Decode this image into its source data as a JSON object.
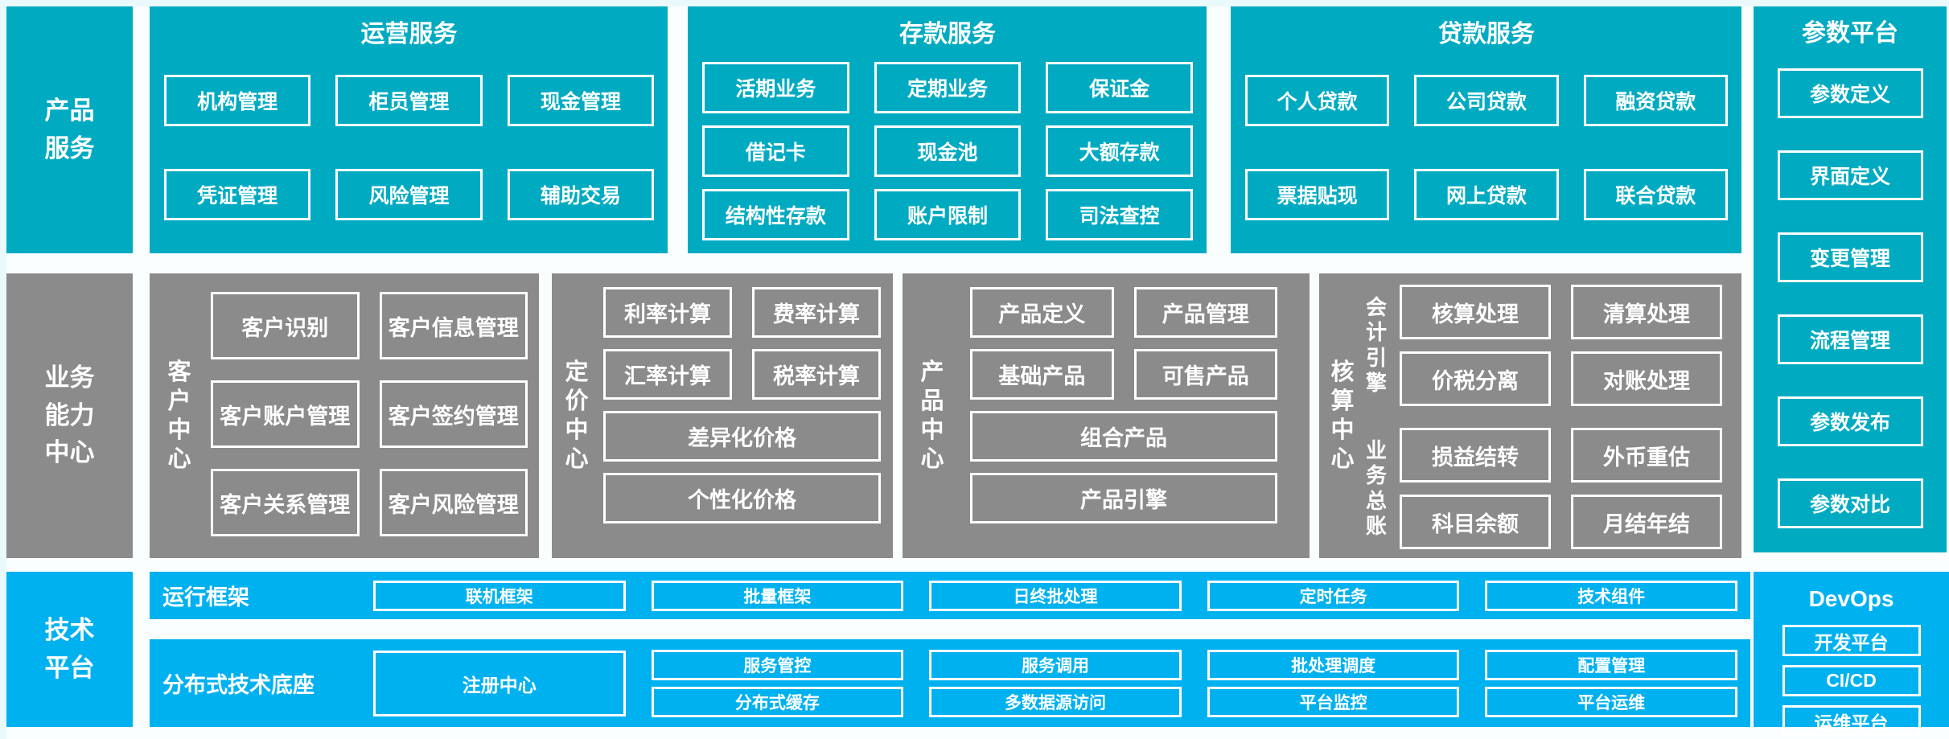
{
  "colors": {
    "teal": "#00abc2",
    "gray": "#8b8b8b",
    "blue": "#00b1f0",
    "text": "#ffffff",
    "page_background": "#fbfeff"
  },
  "product_band": {
    "label": "产品\n服务"
  },
  "ops": {
    "title": "运营服务",
    "items": [
      "机构管理",
      "柜员管理",
      "现金管理",
      "凭证管理",
      "风险管理",
      "辅助交易"
    ]
  },
  "deposit": {
    "title": "存款服务",
    "items": [
      "活期业务",
      "定期业务",
      "保证金",
      "借记卡",
      "现金池",
      "大额存款",
      "结构性存款",
      "账户限制",
      "司法查控"
    ]
  },
  "loan": {
    "title": "贷款服务",
    "items": [
      "个人贷款",
      "公司贷款",
      "融资贷款",
      "票据贴现",
      "网上贷款",
      "联合贷款"
    ]
  },
  "param": {
    "title": "参数平台",
    "items": [
      "参数定义",
      "界面定义",
      "变更管理",
      "流程管理",
      "参数发布",
      "参数对比"
    ]
  },
  "capability_band": {
    "label": "业务\n能力\n中心"
  },
  "customer": {
    "label": "客\n户\n中\n心",
    "items": [
      "客户识别",
      "客户信息管理",
      "客户账户管理",
      "客户签约管理",
      "客户关系管理",
      "客户风险管理"
    ]
  },
  "pricing": {
    "label": "定\n价\n中\n心",
    "items": [
      "利率计算",
      "费率计算",
      "汇率计算",
      "税率计算",
      "差异化价格",
      "个性化价格"
    ]
  },
  "product": {
    "label": "产\n品\n中\n心",
    "items": [
      "产品定义",
      "产品管理",
      "基础产品",
      "可售产品",
      "组合产品",
      "产品引擎"
    ]
  },
  "accounting": {
    "label": "核\n算\n中\n心",
    "engine": {
      "label": "会\n计\n引\n擎",
      "items": [
        "核算处理",
        "清算处理",
        "价税分离",
        "对账处理"
      ]
    },
    "ledger": {
      "label": "业\n务\n总\n账",
      "items": [
        "损益结转",
        "外币重估",
        "科目余额",
        "月结年结"
      ]
    }
  },
  "tech_band": {
    "label": "技术\n平台"
  },
  "runtime": {
    "label": "运行框架",
    "items": [
      "联机框架",
      "批量框架",
      "日终批处理",
      "定时任务",
      "技术组件"
    ]
  },
  "distributed": {
    "label": "分布式技术底座",
    "registry": "注册中心",
    "top_items": [
      "服务管控",
      "服务调用",
      "批处理调度",
      "配置管理"
    ],
    "bottom_items": [
      "分布式缓存",
      "多数据源访问",
      "平台监控",
      "平台运维"
    ]
  },
  "devops": {
    "title": "DevOps",
    "items": [
      "开发平台",
      "CI/CD",
      "运维平台"
    ]
  }
}
